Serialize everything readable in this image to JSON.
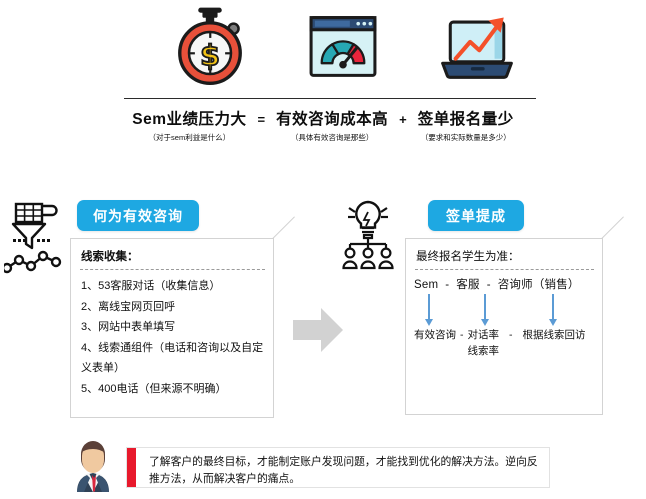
{
  "top_icons": [
    {
      "name": "stopwatch-dollar-icon",
      "label": "秒表美元图标"
    },
    {
      "name": "browser-gauge-icon",
      "label": "浏览器仪表盘图标"
    },
    {
      "name": "laptop-growth-chart-icon",
      "label": "笔记本增长图标"
    }
  ],
  "headline": {
    "blocks": [
      {
        "main": "Sem业绩压力大",
        "sub": "（对于sem利益是什么）"
      },
      {
        "main": "有效咨询成本高",
        "sub": "（具体有效咨询是那些）"
      },
      {
        "main": "签单报名量少",
        "sub": "（要求和实际数量是多少）"
      }
    ],
    "operators": [
      "=",
      "+"
    ]
  },
  "left_section": {
    "badge": "何为有效咨询",
    "card_heading": "线索收集：",
    "items": [
      "1、53客服对话（收集信息）",
      "2、离线宝网页回呼",
      "3、网站中表单填写",
      "4、线索通组件（电话和咨询以及自定义表单）",
      "5、400电话（但来源不明确）"
    ],
    "icon": "data-funnel-icon"
  },
  "right_section": {
    "badge": "签单提成",
    "card_heading": "最终报名学生为准：",
    "flow": [
      "Sem",
      "客服",
      "咨询师（销售）"
    ],
    "flow_separator": "-",
    "metrics": [
      {
        "lines": [
          "有效咨询"
        ]
      },
      {
        "lines": [
          "对话率",
          "线索率"
        ]
      },
      {
        "lines": [
          "根据线索回访"
        ]
      }
    ],
    "metric_separator": "-",
    "icon": "lightbulb-team-icon"
  },
  "middle_arrow": {
    "name": "gray-right-arrow",
    "color": "#d2d2d2"
  },
  "footer": {
    "avatar": "businessman-avatar-icon",
    "accent_color": "#E8192C",
    "text": "了解客户的最终目标，才能制定账户发现问题，才能找到优化的解决方法。逆向反推方法，从而解决客户的痛点。"
  },
  "colors": {
    "badge_blue": "#1EA8E2",
    "arrow_blue": "#5B9BD5",
    "accent_red": "#E8192C",
    "gray_arrow": "#d2d2d2"
  }
}
